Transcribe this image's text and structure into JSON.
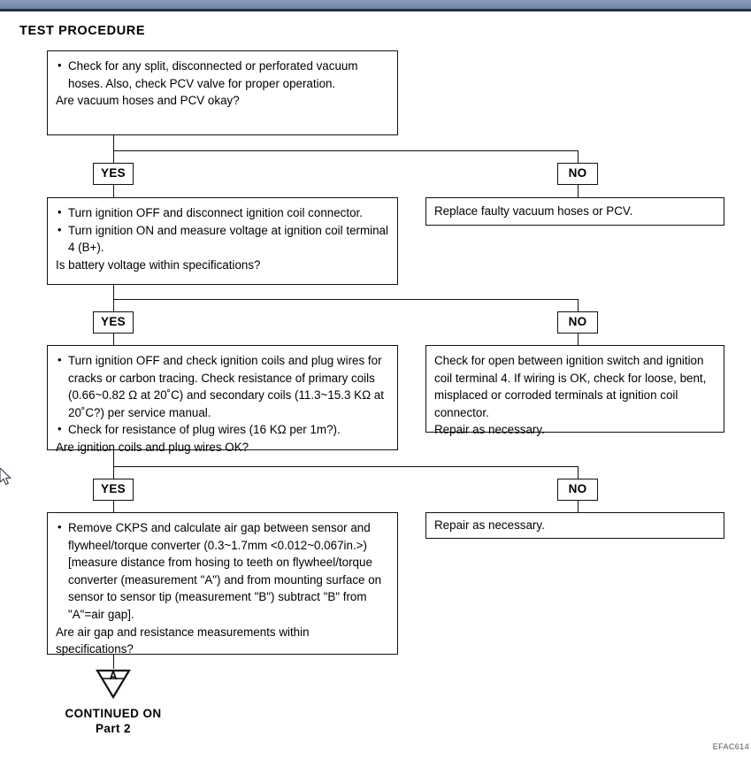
{
  "header": {
    "bar_color": "#7a90af",
    "border_color": "#22334d"
  },
  "overlay": {
    "button_icon": "more-options-icon"
  },
  "document": {
    "title": "TEST PROCEDURE",
    "figure_code": "EFAC614",
    "continued_line1": "CONTINUED ON",
    "continued_line2": "Part 2",
    "connector_letter": "A"
  },
  "flow": {
    "steps": [
      {
        "id": "step1",
        "bullets": [
          "Check for any split, disconnected or perforated vacuum hoses. Also, check PCV valve for proper operation."
        ],
        "question": "Are vacuum hoses and PCV okay?",
        "yes_label": "YES",
        "no_label": "NO",
        "no_action": "Replace faulty vacuum hoses or PCV."
      },
      {
        "id": "step2",
        "bullets": [
          "Turn ignition OFF and disconnect ignition coil connector.",
          "Turn ignition ON and measure voltage at ignition coil terminal 4 (B+)."
        ],
        "question": "Is battery voltage within specifications?",
        "yes_label": "YES",
        "no_label": "NO",
        "no_action": "Check for open between ignition switch and ignition coil terminal 4. If wiring is OK, check for loose, bent, misplaced or corroded terminals at ignition coil connector.",
        "no_action2": "Repair as necessary."
      },
      {
        "id": "step3",
        "bullets": [
          "Turn ignition OFF and check ignition coils and plug wires for cracks or carbon tracing. Check resistance of primary coils (0.66~0.82 Ω at 20˚C) and secondary coils (11.3~15.3 KΩ at 20˚C?) per service manual.",
          "Check for resistance of plug wires (16 KΩ per 1m?)."
        ],
        "question": "Are ignition coils and plug wires OK?",
        "yes_label": "YES",
        "no_label": "NO",
        "no_action": "Repair as necessary."
      },
      {
        "id": "step4",
        "bullets": [
          "Remove CKPS and calculate air gap between sensor and flywheel/torque converter (0.3~1.7mm <0.012~0.067in.>) [measure distance from hosing to teeth on flywheel/torque converter (measurement \"A\") and from mounting surface on sensor to sensor tip (measurement \"B\") subtract \"B\" from \"A\"=air gap]."
        ],
        "question_line1": "Are air gap and resistance measurements within",
        "question_line2": "specifications?"
      }
    ]
  }
}
